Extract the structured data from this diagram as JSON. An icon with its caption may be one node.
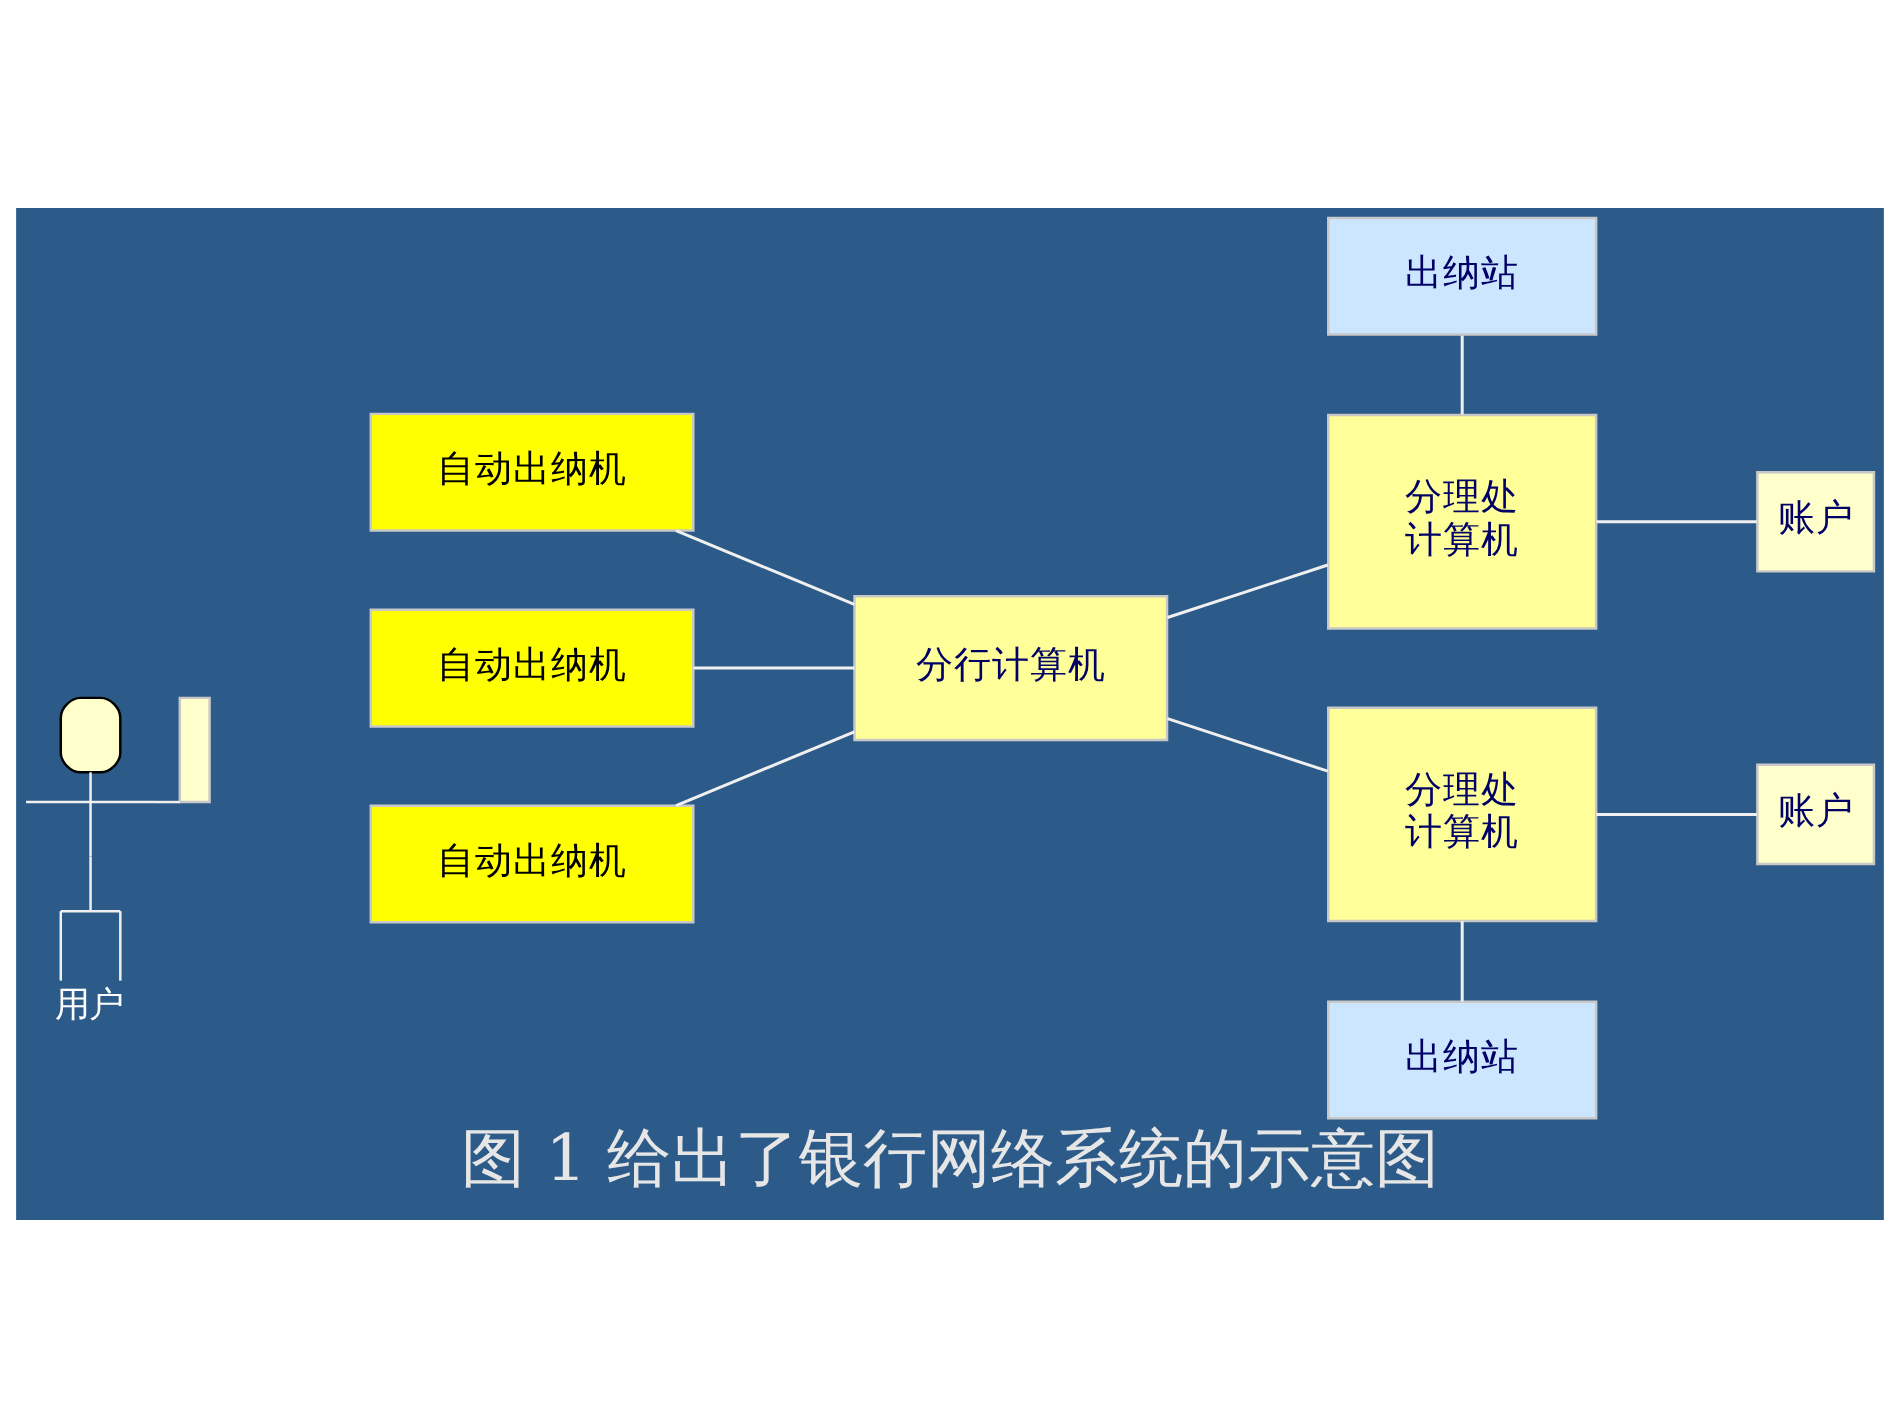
{
  "diagram": {
    "caption": "图 1 给出了银行网络系统的示意图",
    "nodes": [
      {
        "text": [
          "用户"
        ]
      },
      {
        "text": [
          "自动出纳机"
        ]
      },
      {
        "text": [
          "自动出纳机"
        ]
      },
      {
        "text": [
          "自动出纳机"
        ]
      },
      {
        "text": [
          "分行计算机"
        ]
      },
      {
        "text": [
          "出纳站"
        ]
      },
      {
        "text": [
          "分理处计算机"
        ]
      },
      {
        "text": [
          "账户"
        ]
      },
      {
        "text": [
          "分理处计算机"
        ]
      },
      {
        "text": [
          "账户"
        ]
      },
      {
        "text": [
          "出纳站"
        ]
      }
    ],
    "edges": [
      {
        "from": 1,
        "to": 4,
        "arrow": "none"
      },
      {
        "from": 2,
        "to": 4,
        "arrow": "none"
      },
      {
        "from": 3,
        "to": 4,
        "arrow": "none"
      },
      {
        "from": 4,
        "to": 6,
        "arrow": "none"
      },
      {
        "from": 4,
        "to": 8,
        "arrow": "none"
      },
      {
        "from": 5,
        "to": 6,
        "arrow": "none"
      },
      {
        "from": 6,
        "to": 7,
        "arrow": "none"
      },
      {
        "from": 8,
        "to": 9,
        "arrow": "none"
      },
      {
        "from": 8,
        "to": 10,
        "arrow": "none"
      }
    ]
  }
}
